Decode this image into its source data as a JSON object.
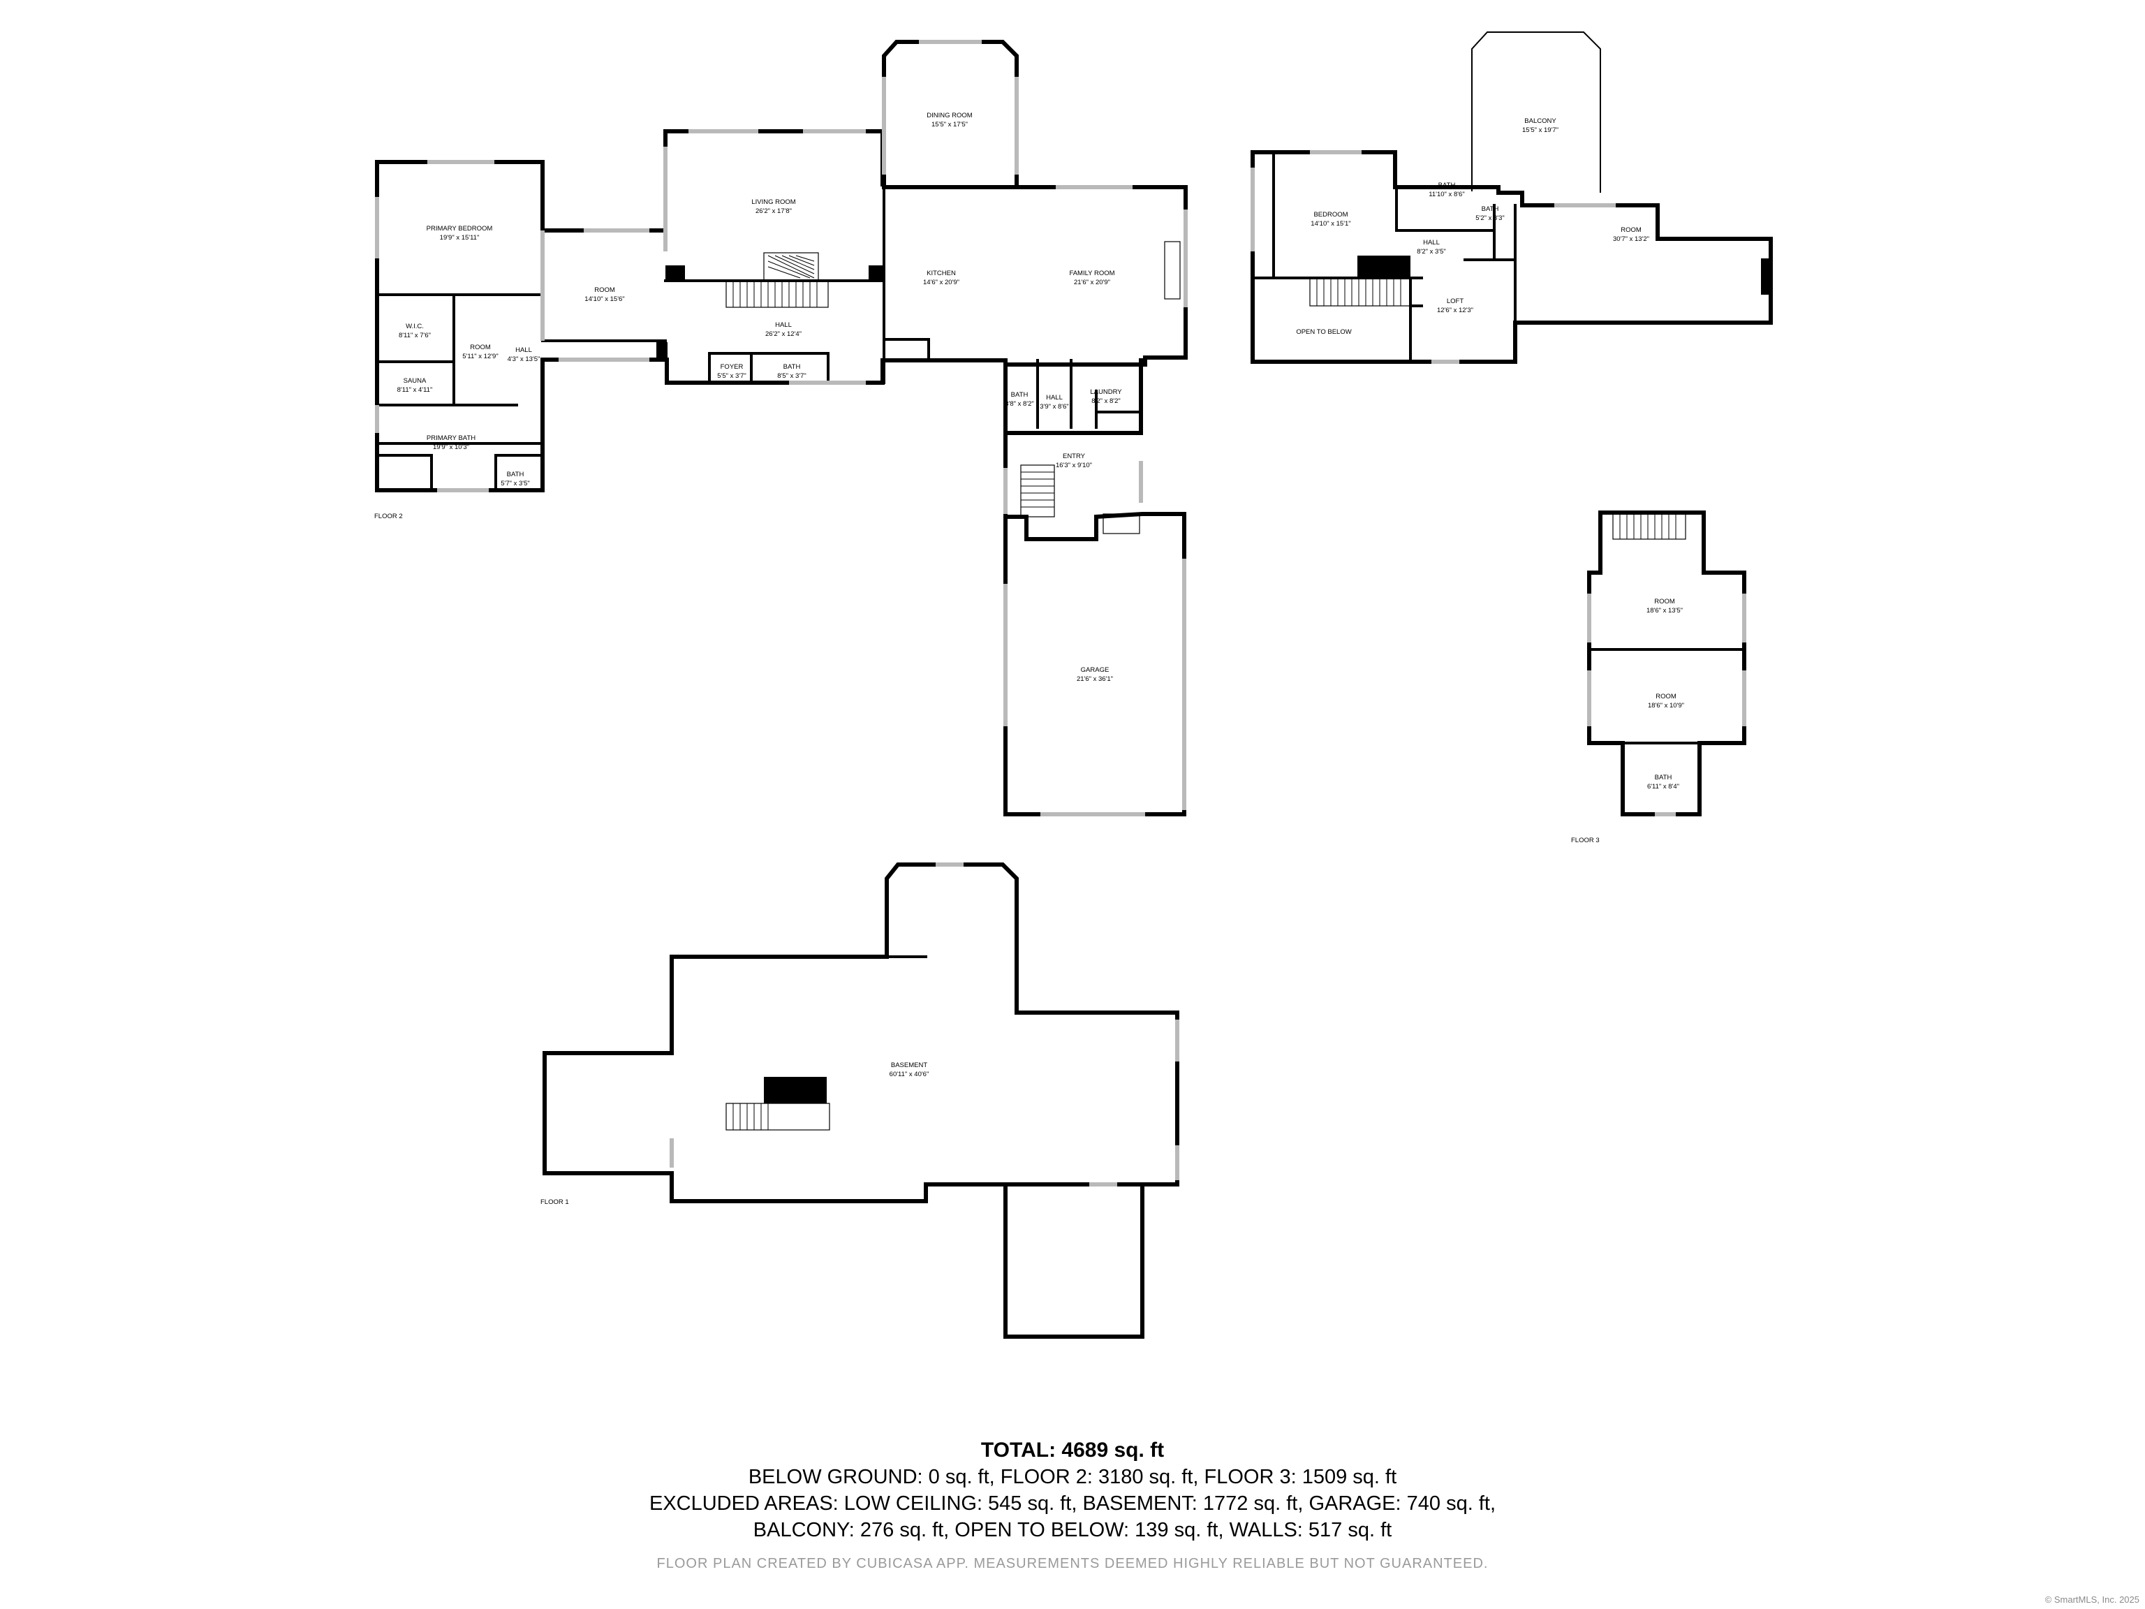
{
  "rooms": {
    "primary_bedroom": {
      "name": "PRIMARY BEDROOM",
      "dim": "19'9\" x 15'11\""
    },
    "room_f2a": {
      "name": "ROOM",
      "dim": "14'10\" x 15'6\""
    },
    "living_room": {
      "name": "LIVING ROOM",
      "dim": "26'2\" x 17'8\""
    },
    "dining_room": {
      "name": "DINING ROOM",
      "dim": "15'5\" x 17'5\""
    },
    "kitchen": {
      "name": "KITCHEN",
      "dim": "14'6\" x 20'9\""
    },
    "family_room": {
      "name": "FAMILY ROOM",
      "dim": "21'6\" x 20'9\""
    },
    "hall_main": {
      "name": "HALL",
      "dim": "26'2\" x 12'4\""
    },
    "wic": {
      "name": "W.I.C.",
      "dim": "8'11\" x 7'6\""
    },
    "room_f2b": {
      "name": "ROOM",
      "dim": "5'11\" x 12'9\""
    },
    "hall_small": {
      "name": "HALL",
      "dim": "4'3\" x 13'5\""
    },
    "sauna": {
      "name": "SAUNA",
      "dim": "8'11\" x 4'11\""
    },
    "primary_bath": {
      "name": "PRIMARY BATH",
      "dim": "19'9\" x 10'3\""
    },
    "bath_small": {
      "name": "BATH",
      "dim": "5'7\" x 3'5\""
    },
    "foyer": {
      "name": "FOYER",
      "dim": "5'5\" x 3'7\""
    },
    "bath_foyer": {
      "name": "BATH",
      "dim": "8'5\" x 3'7\""
    },
    "bath_entry": {
      "name": "BATH",
      "dim": "3'8\" x 8'2\""
    },
    "hall_entry": {
      "name": "HALL",
      "dim": "3'9\" x 8'6\""
    },
    "laundry": {
      "name": "LAUNDRY",
      "dim": "8'2\" x 8'2\""
    },
    "entry": {
      "name": "ENTRY",
      "dim": "16'3\" x 9'10\""
    },
    "garage": {
      "name": "GARAGE",
      "dim": "21'6\" x 36'1\""
    },
    "balcony": {
      "name": "BALCONY",
      "dim": "15'5\" x 19'7\""
    },
    "bedroom": {
      "name": "BEDROOM",
      "dim": "14'10\" x 15'1\""
    },
    "bath_up1": {
      "name": "BATH",
      "dim": "11'10\" x 8'6\""
    },
    "bath_up2": {
      "name": "BATH",
      "dim": "5'2\" x 3'3\""
    },
    "hall_up": {
      "name": "HALL",
      "dim": "8'2\" x 3'5\""
    },
    "room_up": {
      "name": "ROOM",
      "dim": "30'7\" x 13'2\""
    },
    "loft": {
      "name": "LOFT",
      "dim": "12'6\" x 12'3\""
    },
    "open_to_below": {
      "name": "OPEN TO BELOW",
      "dim": ""
    },
    "room_f3a": {
      "name": "ROOM",
      "dim": "18'6\" x 13'5\""
    },
    "room_f3b": {
      "name": "ROOM",
      "dim": "18'6\" x 10'9\""
    },
    "bath_f3": {
      "name": "BATH",
      "dim": "6'11\" x 8'4\""
    },
    "basement": {
      "name": "BASEMENT",
      "dim": "60'11\" x 40'6\""
    }
  },
  "floor_labels": {
    "floor2": "FLOOR 2",
    "floor3": "FLOOR 3",
    "floor1": "FLOOR 1"
  },
  "summary": {
    "total": "TOTAL: 4689 sq. ft",
    "line1": "BELOW GROUND: 0 sq. ft, FLOOR 2: 3180 sq. ft, FLOOR 3: 1509 sq. ft",
    "line2": "EXCLUDED AREAS: LOW CEILING: 545 sq. ft, BASEMENT: 1772 sq. ft, GARAGE: 740 sq. ft,",
    "line3": "BALCONY: 276 sq. ft, OPEN TO BELOW: 139 sq. ft, WALLS: 517 sq. ft"
  },
  "disclaimer": "FLOOR PLAN CREATED BY CUBICASA APP. MEASUREMENTS DEEMED HIGHLY RELIABLE BUT NOT GUARANTEED.",
  "credit": "© SmartMLS, Inc. 2025",
  "colors": {
    "wall": "#000000",
    "window": "#b9b9b9",
    "disclaimer": "#9a9a9a"
  }
}
